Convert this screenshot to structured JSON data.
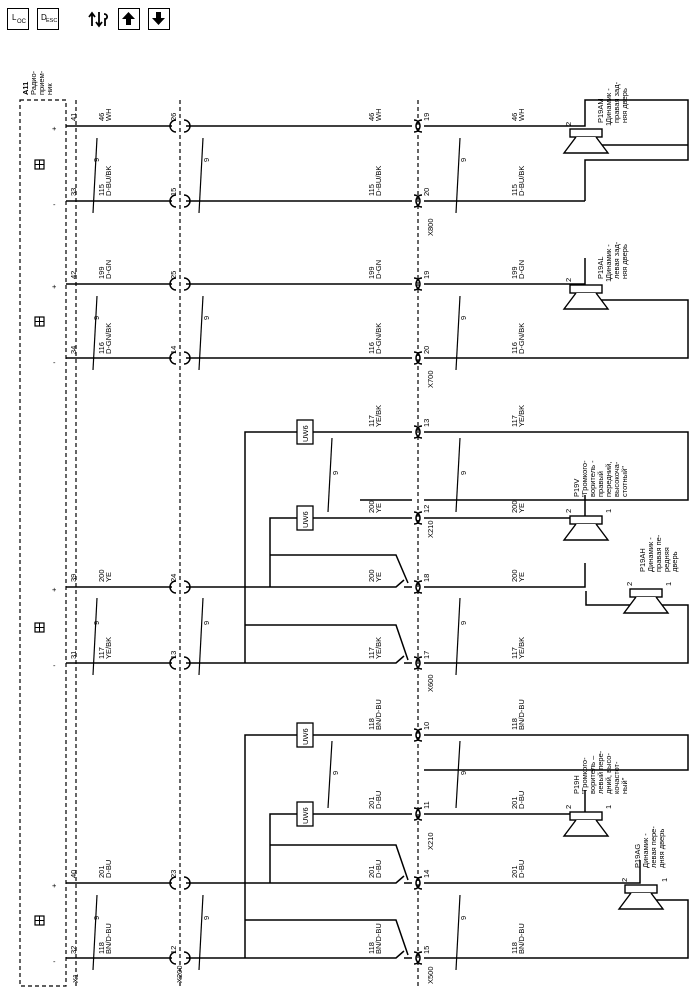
{
  "toolbar": {
    "loc_button": {
      "main": "L",
      "sub": "OC"
    },
    "desc_button": {
      "main": "D",
      "sub": "ESC"
    },
    "icons": [
      "component-view-icon",
      "arrow-up-icon",
      "arrow-down-icon"
    ]
  },
  "connectors": {
    "radio": [
      "A11",
      "Радио-",
      "прием-",
      "ник"
    ],
    "x1": "X1",
    "x200": "X200",
    "x800a": "X800",
    "x700": "X700",
    "x210a": "X210",
    "x600": "X600",
    "x210b": "X210",
    "x500": "X500"
  },
  "radio_pins": [
    "41",
    "33",
    "42",
    "34",
    "39",
    "31",
    "40",
    "32"
  ],
  "x200_pins": [
    "26",
    "15",
    "25",
    "14",
    "24",
    "13",
    "23",
    "12"
  ],
  "right_pins": [
    "19",
    "20",
    "19",
    "20",
    "13",
    "12",
    "18",
    "17",
    "10",
    "11",
    "14",
    "15"
  ],
  "wire_sizes": "9",
  "splice": "UW6",
  "wires": {
    "w46": [
      "46",
      "WH"
    ],
    "w115": [
      "115",
      "D-BU/BK"
    ],
    "w199": [
      "199",
      "D-GN"
    ],
    "w116": [
      "116",
      "D-GN/BK"
    ],
    "w117": [
      "117",
      "YE/BK"
    ],
    "w200": [
      "200",
      "YE"
    ],
    "w118": [
      "118",
      "BN/D-BU"
    ],
    "w201": [
      "201",
      "D-BU"
    ]
  },
  "speakers": {
    "p19am": [
      "P19AM",
      "Динамик -",
      "правая зад-",
      "няя дверь"
    ],
    "p19al": [
      "P19AL",
      "Динамик -",
      "левая зад-",
      "няя дверь"
    ],
    "p19v": [
      "P19V",
      "\"Громкого-",
      "воритель -",
      "правый",
      "передний,",
      "высокоча-",
      "стотный\""
    ],
    "p19ah": [
      "P19AH",
      "Динамик -",
      "правая пе-",
      "редняя",
      "дверь"
    ],
    "p19h": [
      "P19H",
      "\"Громкого-",
      "воритель –",
      "левый пере-",
      "дний, высо-",
      "кочастот-",
      "ный\""
    ],
    "p19ag": [
      "P19AG",
      "Динамик -",
      "левая пере-",
      "дняя дверь"
    ]
  },
  "speaker_pins": [
    "2",
    "1"
  ],
  "polarity": [
    "+",
    "-"
  ]
}
